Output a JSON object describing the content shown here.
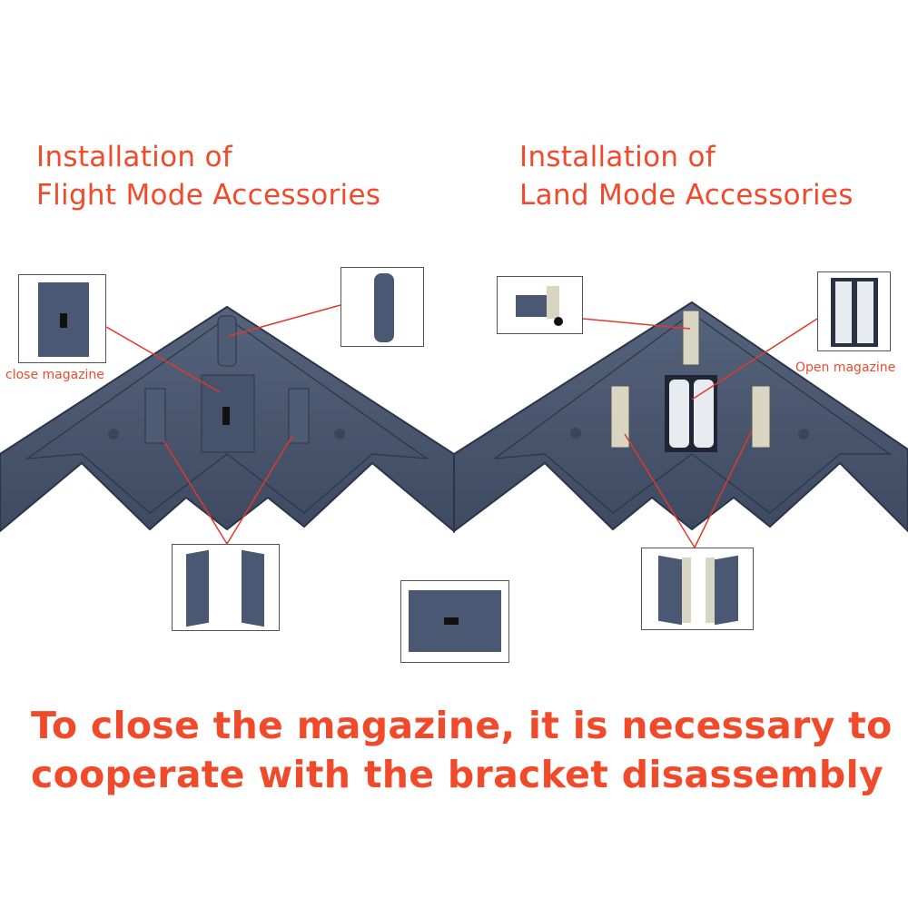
{
  "left_panel": {
    "title_line1": "Installation of",
    "title_line2": "Flight Mode Accessories",
    "callout_label": "close magazine"
  },
  "right_panel": {
    "title_line1": "Installation of",
    "title_line2": "Land Mode Accessories",
    "callout_label": "Open magazine"
  },
  "footer": {
    "line1": "To close the magazine, it is necessary to",
    "line2": "cooperate with the bracket disassembly"
  },
  "colors": {
    "accent": "#f04a2a",
    "airframe": "#4a5873",
    "leader_line": "#e03a2a"
  }
}
